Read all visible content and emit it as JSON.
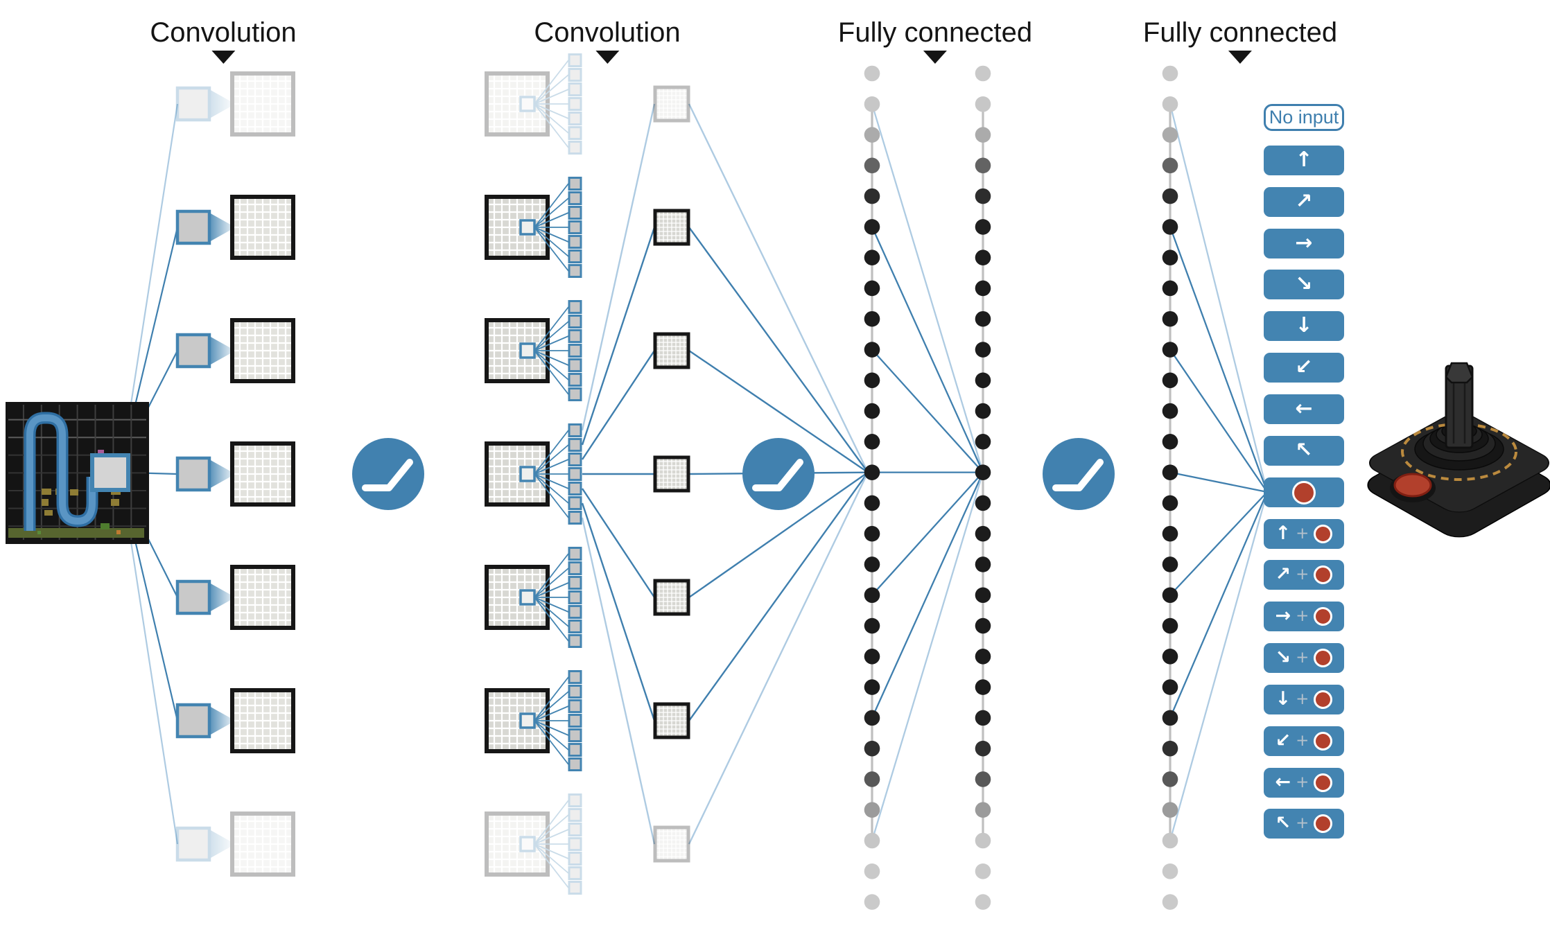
{
  "labels": [
    {
      "text": "Convolution"
    },
    {
      "text": "Convolution"
    },
    {
      "text": "Fully connected"
    },
    {
      "text": "Fully connected"
    }
  ],
  "colors": {
    "accent_blue": "#4384b1",
    "line_blue": "#3f7fae",
    "faded_blue": "#aecbe2",
    "ink": "#141414",
    "grid_border": "#161616",
    "grid_fill": "#e2e2dd",
    "grid_fill_dark": "#d8d8d3",
    "patch_fill": "#c9c9c9",
    "fire_red": "#b2402c",
    "plus_gray": "#b3c0cb",
    "column_line_gray": "#bfbfbf",
    "joystick_ring_orange": "#bb8a3e",
    "game_ground_green": "#57652f"
  },
  "conv1": {
    "rows": 7,
    "faded_rows": [
      0,
      6
    ],
    "grid_cells": 8
  },
  "conv2": {
    "rows": 7,
    "filters_per_group": 7,
    "output_maps": 7,
    "faded_rows": [
      0,
      6
    ],
    "grid_cells": 8,
    "map_cells": 8
  },
  "fully_connected": {
    "columns": 3,
    "dots_per_column": 28,
    "hub_index": 13,
    "connected_indices": [
      1,
      5,
      9,
      13,
      17,
      21,
      25
    ],
    "faded_connection_indices": [
      1,
      25
    ],
    "dot_colors": [
      "#c9c9c9",
      "#c7c7c7",
      "#ababab",
      "#636363",
      "#2d2d2d",
      "#202020",
      "#1d1d1d",
      "#1c1c1c",
      "#1c1c1c",
      "#1c1c1c",
      "#1c1c1c",
      "#1c1c1c",
      "#1c1c1c",
      "#1c1c1c",
      "#1c1c1c",
      "#1c1c1c",
      "#1c1c1c",
      "#1c1c1c",
      "#1c1c1c",
      "#1c1c1c",
      "#1c1c1c",
      "#222222",
      "#303030",
      "#585858",
      "#9b9b9b",
      "#c6c6c6",
      "#c9c9c9",
      "#cacaca"
    ]
  },
  "relu_count": 3,
  "plus_sign": "+",
  "actions": [
    {
      "name": "no-input",
      "label": "No input",
      "variant": "outline"
    },
    {
      "name": "up",
      "arrow": "↑"
    },
    {
      "name": "up-right",
      "arrow": "↗"
    },
    {
      "name": "right",
      "arrow": "→"
    },
    {
      "name": "down-right",
      "arrow": "↘"
    },
    {
      "name": "down",
      "arrow": "↓"
    },
    {
      "name": "down-left",
      "arrow": "↙"
    },
    {
      "name": "left",
      "arrow": "←"
    },
    {
      "name": "up-left",
      "arrow": "↖"
    },
    {
      "name": "fire",
      "fire": true
    },
    {
      "name": "up-fire",
      "arrow": "↑",
      "fire": true
    },
    {
      "name": "up-right-fire",
      "arrow": "↗",
      "fire": true
    },
    {
      "name": "right-fire",
      "arrow": "→",
      "fire": true
    },
    {
      "name": "down-right-fire",
      "arrow": "↘",
      "fire": true
    },
    {
      "name": "down-fire",
      "arrow": "↓",
      "fire": true
    },
    {
      "name": "down-left-fire",
      "arrow": "↙",
      "fire": true
    },
    {
      "name": "left-fire",
      "arrow": "←",
      "fire": true
    },
    {
      "name": "up-left-fire",
      "arrow": "↖",
      "fire": true
    }
  ]
}
